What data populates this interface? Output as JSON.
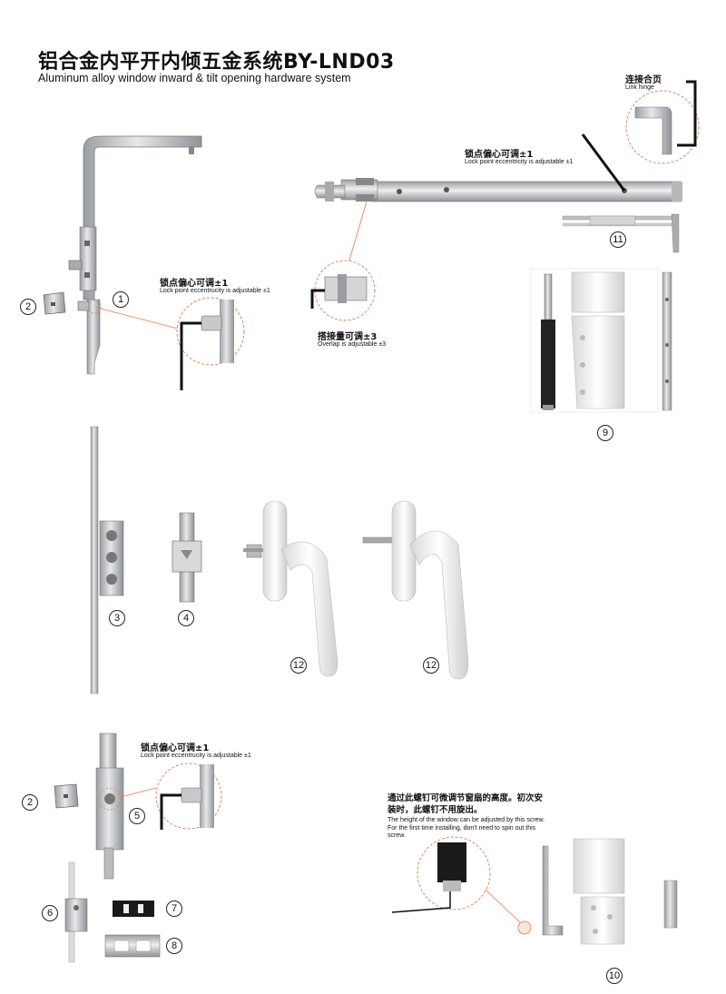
{
  "header": {
    "title_cn": "铝合金内平开内倾五金系统BY-LND03",
    "title_en": "Aluminum alloy window inward & tilt opening hardware system"
  },
  "callouts": {
    "link_hinge_cn": "连接合页",
    "link_hinge_en": "Link hinge",
    "eccentric_top_cn": "锁点偏心可调±1",
    "eccentric_top_en": "Lock point eccentricity is adjustable ±1",
    "eccentric_left_cn": "锁点偏心可调±1",
    "eccentric_left_en": "Lock point eccentrucity is adjustable ±1",
    "overlap_cn": "搭接量可调±3",
    "overlap_en": "Overlap is adjustable ±3",
    "eccentric_bottom_cn": "锁点偏心可调±1",
    "eccentric_bottom_en": "Lock point eccentrucity is adjustable ±1",
    "screw_note_cn": "通过此螺钉可微调节窗扇的高度。初次安装时，此螺钉不用旋出。",
    "screw_note_en": "The height of the window can be adjusted by this screw. For the first time installing, don't need to spin out this screw."
  },
  "part_numbers": {
    "p1": "1",
    "p2a": "2",
    "p2b": "2",
    "p3": "3",
    "p4": "4",
    "p5": "5",
    "p6": "6",
    "p7": "7",
    "p8": "8",
    "p9": "9",
    "p10": "10",
    "p11": "11",
    "p12a": "12",
    "p12b": "12"
  },
  "colors": {
    "metal": "#c9ccd0",
    "metal_dark": "#8e9196",
    "accent_dashed": "#e07a4f",
    "text": "#111111",
    "handle": "#f4f4f4"
  }
}
